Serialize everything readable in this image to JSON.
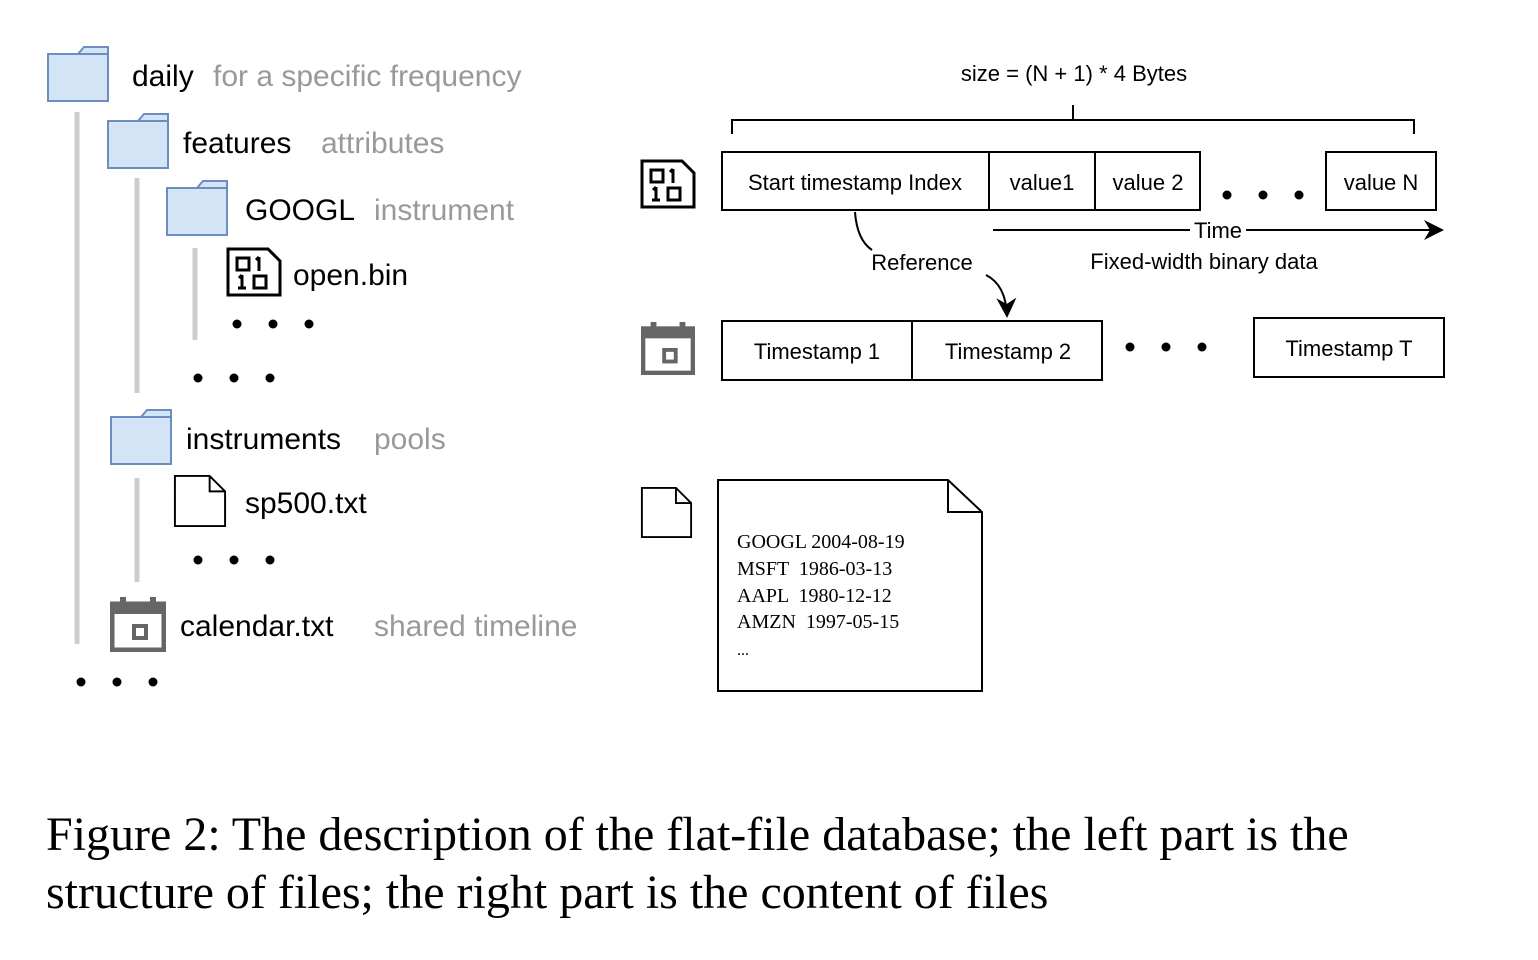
{
  "tree": {
    "daily": {
      "name": "daily",
      "desc": "for a specific frequency"
    },
    "features": {
      "name": "features",
      "desc": "attributes"
    },
    "googl": {
      "name": "GOOGL",
      "desc": "instrument"
    },
    "open_bin": {
      "name": "open.bin"
    },
    "instruments": {
      "name": "instruments",
      "desc": "pools"
    },
    "sp500": {
      "name": "sp500.txt"
    },
    "calendar": {
      "name": "calendar.txt",
      "desc": "shared timeline"
    }
  },
  "binary": {
    "size_label": "size = (N + 1) * 4 Bytes",
    "cells": [
      "Start timestamp Index",
      "value1",
      "value 2",
      "value N"
    ],
    "time_label": "Time",
    "fixed_label": "Fixed-width binary data",
    "reference_label": "Reference"
  },
  "calendar": {
    "cells": [
      "Timestamp 1",
      "Timestamp 2",
      "Timestamp T"
    ]
  },
  "text_file": {
    "lines": [
      "GOOGL 2004-08-19",
      "MSFT  1986-03-13",
      "AAPL  1980-12-12",
      "AMZN  1997-05-15",
      "..."
    ]
  },
  "caption": "Figure 2: The description of the flat-file database; the left part is the structure of files; the right part is the content of files",
  "colors": {
    "folder_fill": "#d4e4f7",
    "folder_stroke": "#6c8ebf",
    "tree_line": "#cccccc",
    "desc_text": "#999999",
    "calendar_icon": "#666666"
  }
}
